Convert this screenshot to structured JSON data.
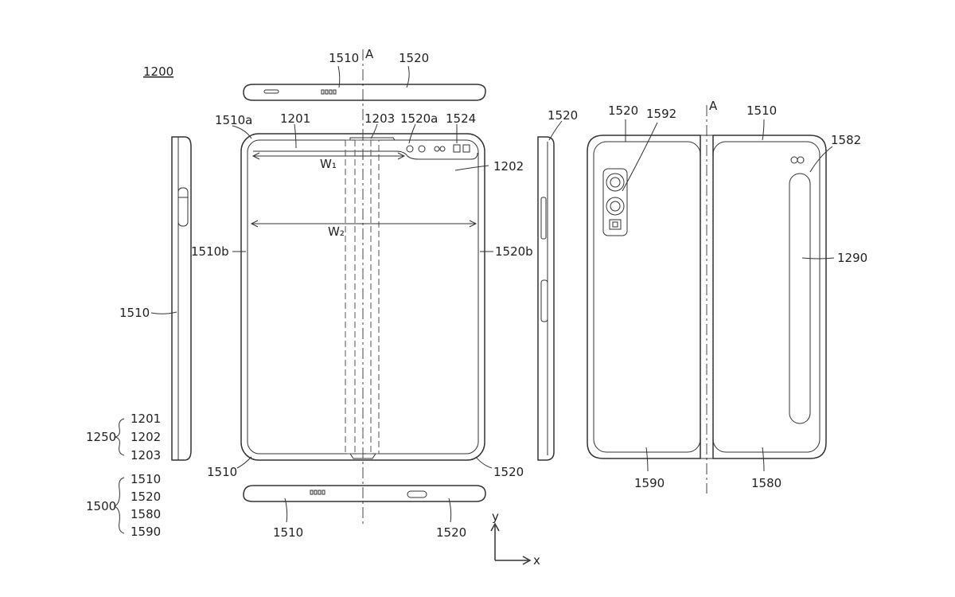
{
  "figure": {
    "ref": "1200",
    "axis_label": "A",
    "width_labels": {
      "w1": "W₁",
      "w2": "W₂"
    },
    "axes": {
      "x": "x",
      "y": "y"
    },
    "groups": [
      {
        "label": "1250",
        "members": [
          "1201",
          "1202",
          "1203"
        ]
      },
      {
        "label": "1500",
        "members": [
          "1510",
          "1520",
          "1580",
          "1590"
        ]
      }
    ],
    "front_view": {
      "labels": [
        "1510a",
        "1201",
        "1203",
        "1520a",
        "1524",
        "1202",
        "1510b",
        "1520b",
        "1510",
        "1520"
      ]
    },
    "top_view": {
      "labels": [
        "1510",
        "1520"
      ]
    },
    "bottom_view": {
      "labels": [
        "1510",
        "1520"
      ]
    },
    "left_view": {
      "labels": [
        "1510"
      ]
    },
    "right_view": {
      "labels": [
        "1520"
      ]
    },
    "back_view": {
      "labels": [
        "1520",
        "1592",
        "1510",
        "1582",
        "1290",
        "1590",
        "1580"
      ]
    }
  }
}
